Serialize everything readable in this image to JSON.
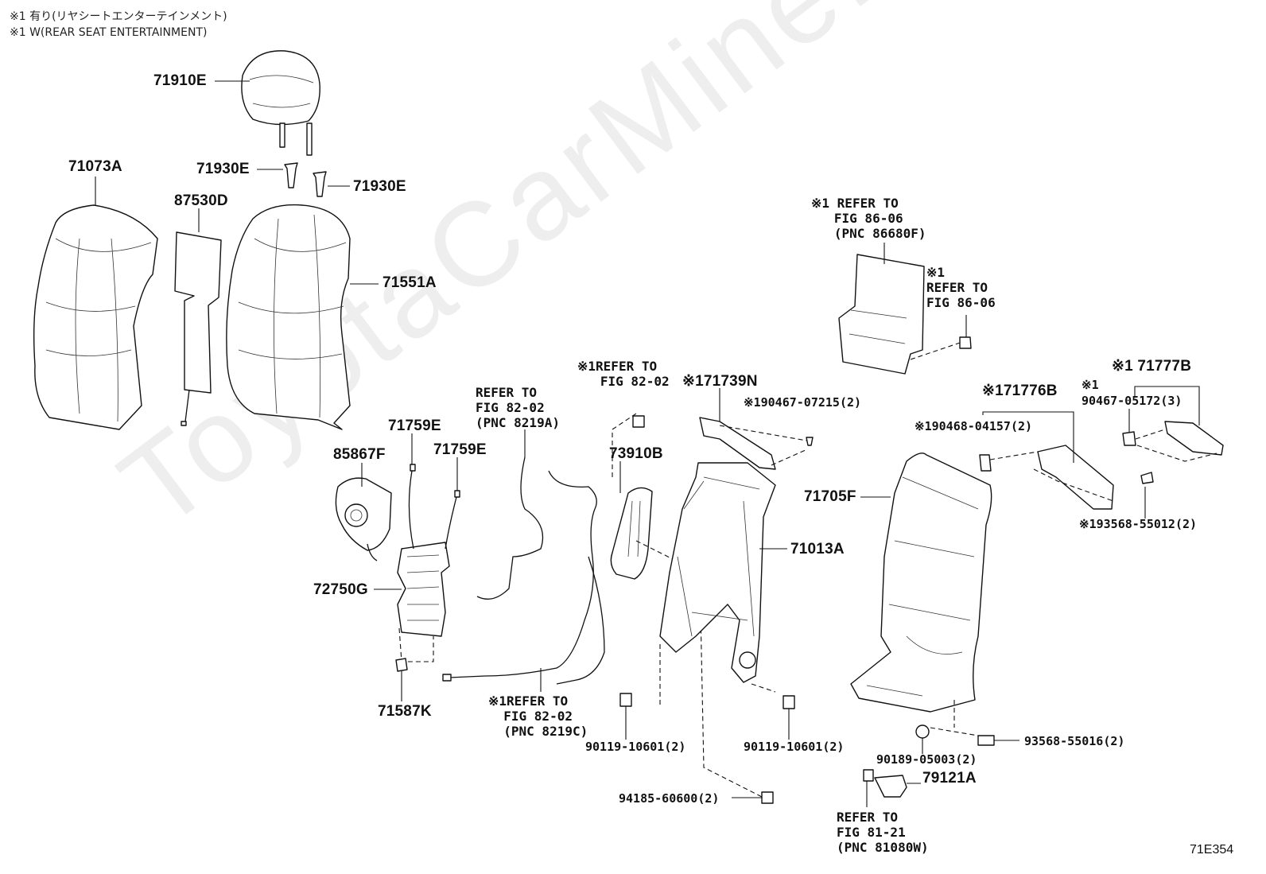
{
  "watermark": "ToyotaCarMine.ru",
  "notes": {
    "line1": "※1 有り(リヤシートエンターテインメント)",
    "line2": "※1 W(REAR SEAT ENTERTAINMENT)"
  },
  "diagram_id": "71E354",
  "parts": {
    "p71910E": "71910E",
    "p71930E_a": "71930E",
    "p71930E_b": "71930E",
    "p71073A": "71073A",
    "p87530D": "87530D",
    "p71551A": "71551A",
    "p85867F": "85867F",
    "p71759E_a": "71759E",
    "p71759E_b": "71759E",
    "p72750G": "72750G",
    "p71587K": "71587K",
    "p73910B": "73910B",
    "p71739N": "※171739N",
    "p71013A": "71013A",
    "p71705F": "71705F",
    "p71776B": "※171776B",
    "p71777B": "※1 71777B",
    "p79121A": "79121A"
  },
  "fasteners": {
    "f90467_07215": "※190467-07215(2)",
    "f90468_04157": "※190468-04157(2)",
    "f90467_05172_mark": "※1",
    "f90467_05172": "90467-05172(3)",
    "f93568_55012": "※193568-55012(2)",
    "f90119_a": "90119-10601(2)",
    "f90119_b": "90119-10601(2)",
    "f94185": "94185-60600(2)",
    "f90189": "90189-05003(2)",
    "f93568_55016": "93568-55016(2)"
  },
  "references": {
    "r86680F": "※1 REFER TO\n   FIG 86-06\n   (PNC 86680F)",
    "r86_06": "※1\nREFER TO\nFIG 86-06",
    "r8219A": "REFER TO\nFIG 82-02\n(PNC 8219A)",
    "r82_02": "※1REFER TO\n   FIG 82-02",
    "r8219C": "※1REFER TO\n  FIG 82-02\n  (PNC 8219C)",
    "r81080W": "REFER TO\nFIG 81-21\n(PNC 81080W)"
  }
}
